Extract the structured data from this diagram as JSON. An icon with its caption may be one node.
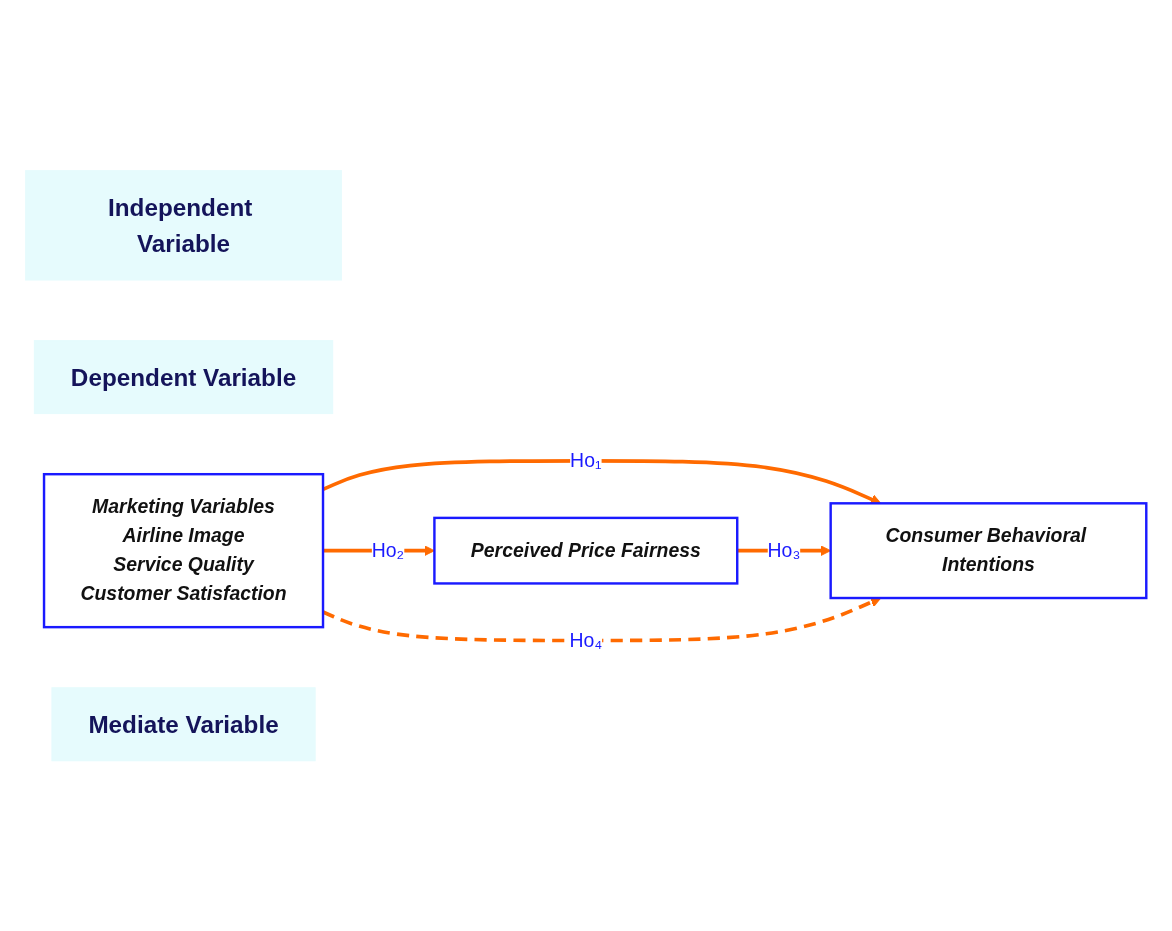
{
  "diagram": {
    "nodes": [
      {
        "text": [
          "Independent Variable"
        ]
      },
      {
        "text": [
          "Dependent Variable"
        ]
      },
      {
        "text": [
          "Marketing Variables",
          "Airline Image",
          "Service Quality",
          "Customer Satisfaction"
        ]
      },
      {
        "text": [
          "Consumer Behavioral Intentions"
        ]
      },
      {
        "text": [
          "Perceived Price Fairness"
        ]
      },
      {
        "text": [
          "Mediate Variable"
        ]
      }
    ],
    "edges": [
      {
        "from": 2,
        "to": 3,
        "arrow": "to",
        "label": "Ho₁"
      },
      {
        "from": 2,
        "to": 4,
        "arrow": "to",
        "label": "Ho₂"
      },
      {
        "from": 4,
        "to": 3,
        "arrow": "to",
        "label": "Ho₃"
      },
      {
        "from": 2,
        "to": 3,
        "arrow": "to",
        "label": "Ho₄",
        "style": "dashed"
      }
    ]
  }
}
